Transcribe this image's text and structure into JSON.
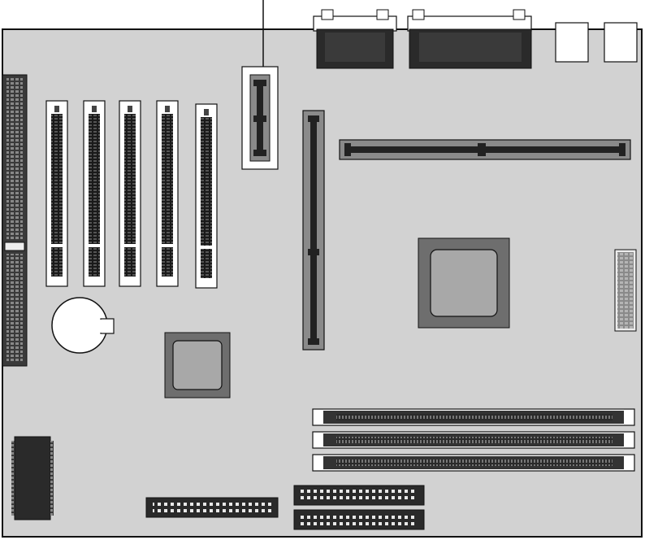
{
  "diagram": {
    "kind": "motherboard-layout",
    "colors": {
      "board": "#d2d2d2",
      "outline": "#111111",
      "slot_fill": "#ffffff",
      "dark_component": "#2a2a2a",
      "chip_outer": "#6e6e6e",
      "chip_inner": "#a8a8a8",
      "connector_body": "#8a8a8a",
      "ram_slot": "#333333"
    },
    "components": [
      {
        "name": "leader-line",
        "count": 1
      },
      {
        "name": "serial-port-connector",
        "count": 1
      },
      {
        "name": "parallel-port-connector",
        "count": 1
      },
      {
        "name": "usb-port",
        "count": 2
      },
      {
        "name": "power-connector",
        "count": 1
      },
      {
        "name": "isa-slot",
        "count": 5
      },
      {
        "name": "small-header-connector",
        "count": 1
      },
      {
        "name": "pci-slot-vertical",
        "count": 1
      },
      {
        "name": "agp-slot-horizontal",
        "count": 1
      },
      {
        "name": "cpu-chip",
        "count": 1
      },
      {
        "name": "jumper-header",
        "count": 1
      },
      {
        "name": "cmos-battery",
        "count": 1
      },
      {
        "name": "chipset",
        "count": 1
      },
      {
        "name": "dimm-slot",
        "count": 3
      },
      {
        "name": "bios-chip",
        "count": 1
      },
      {
        "name": "floppy-connector",
        "count": 1
      },
      {
        "name": "ide-connector",
        "count": 2
      }
    ]
  }
}
